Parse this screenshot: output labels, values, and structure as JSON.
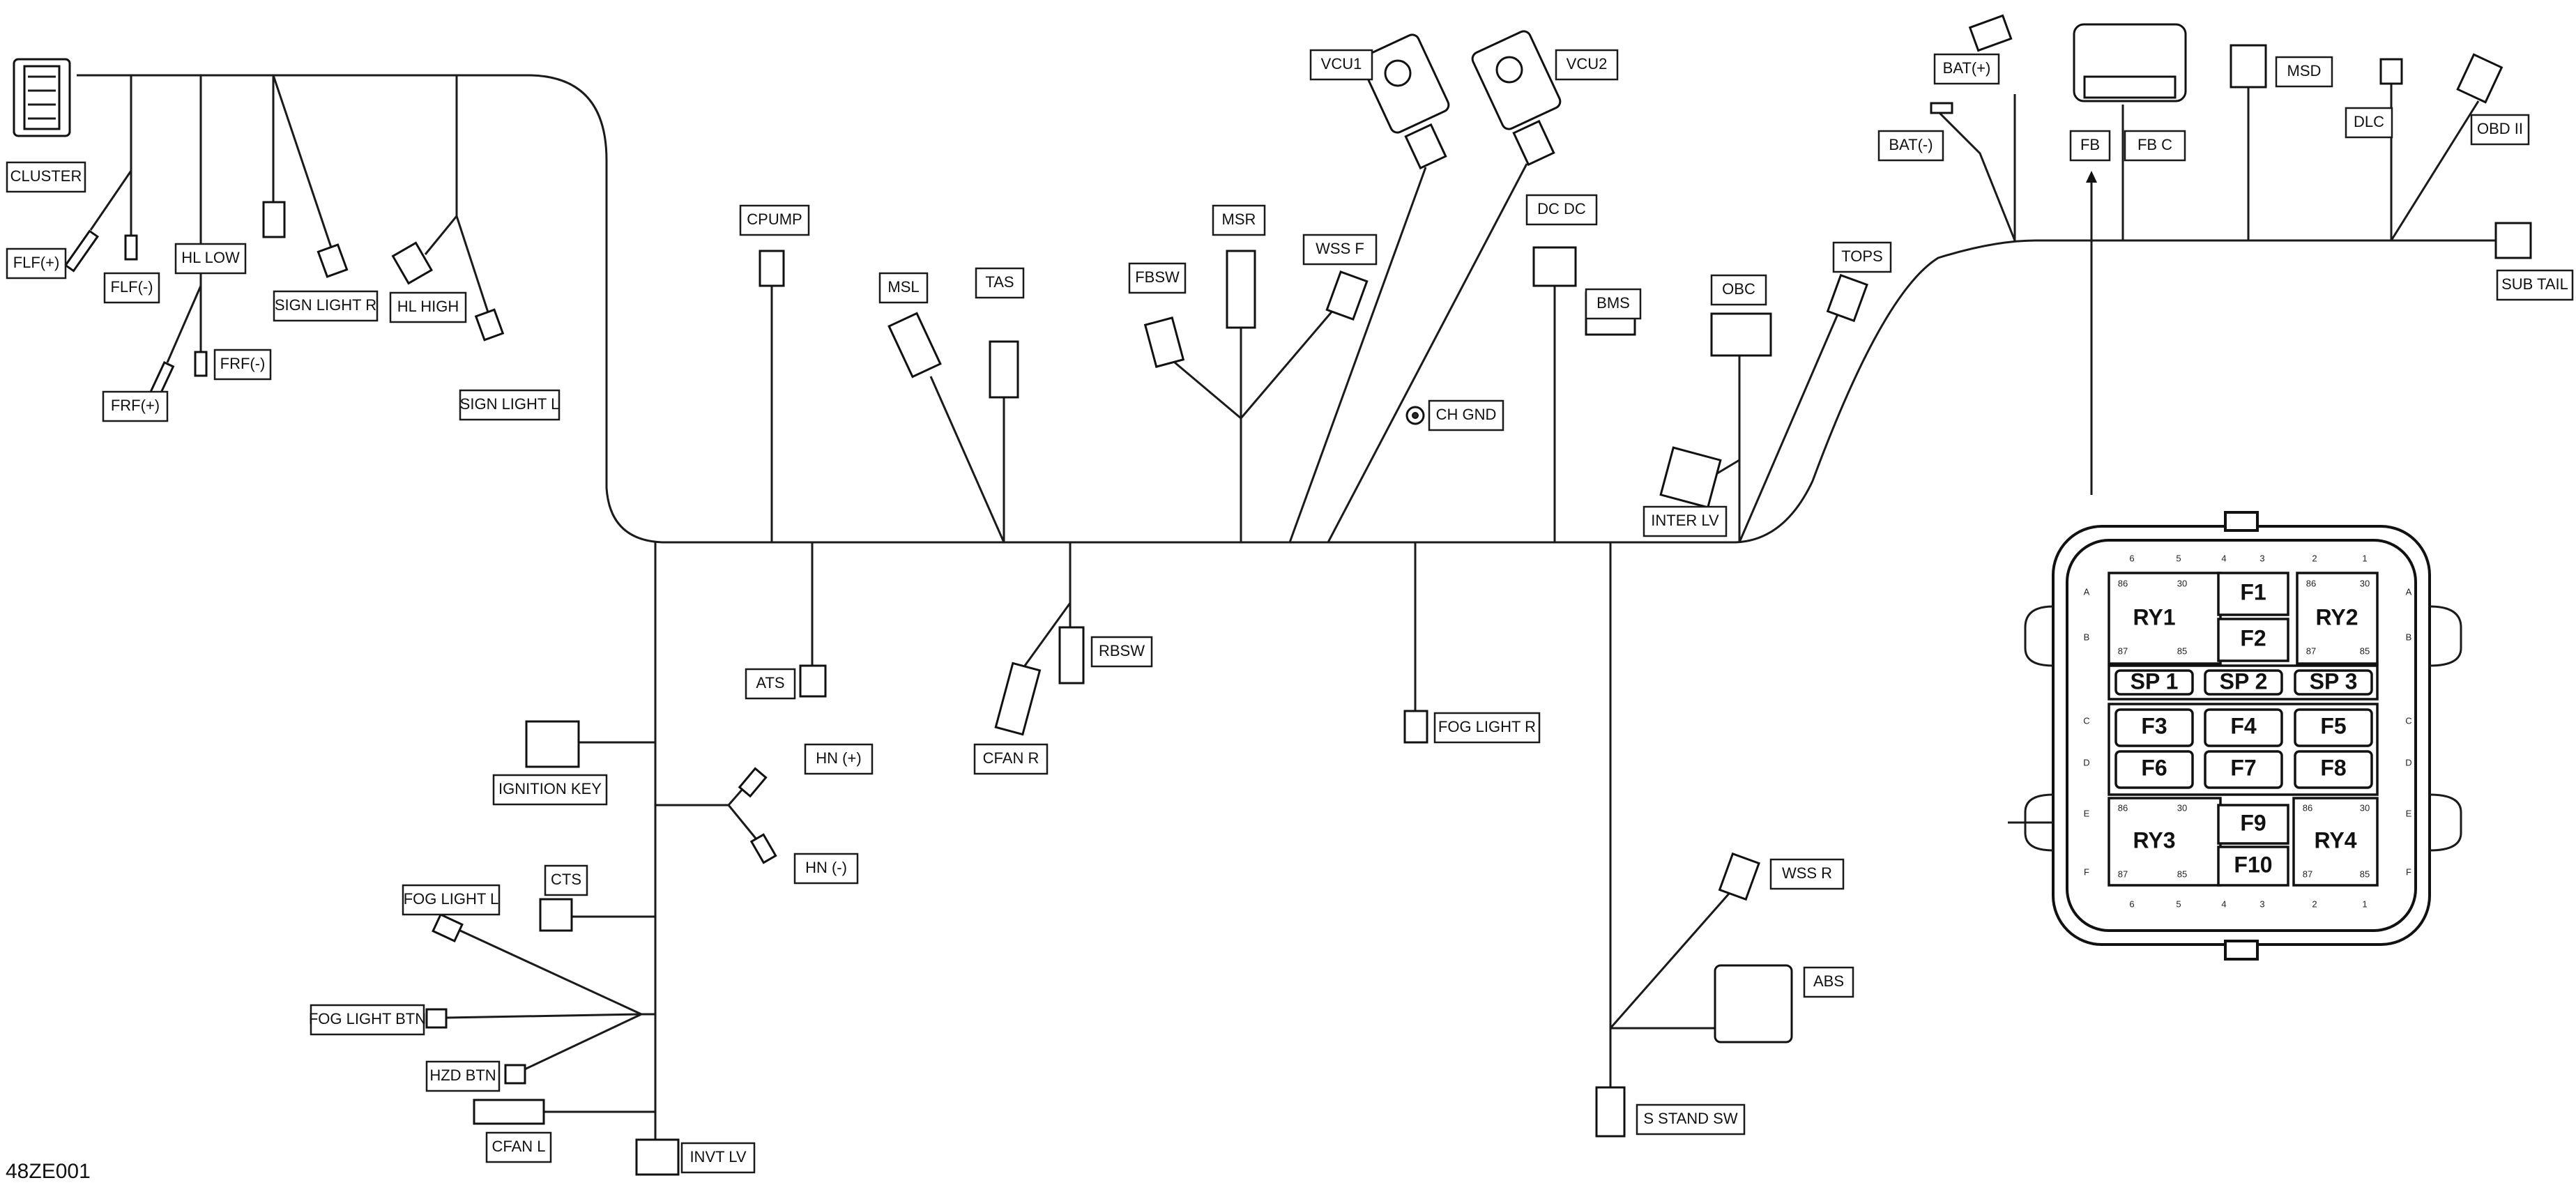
{
  "figure_id": "48ZE001",
  "connectors": {
    "cluster": "CLUSTER",
    "flf_pos": "FLF(+)",
    "flf_neg": "FLF(-)",
    "frf_pos": "FRF(+)",
    "frf_neg": "FRF(-)",
    "hl_low": "HL LOW",
    "sign_light_r": "SIGN LIGHT R",
    "hl_high": "HL HIGH",
    "sign_light_l": "SIGN LIGHT L",
    "cpump": "CPUMP",
    "msl": "MSL",
    "tas": "TAS",
    "msr": "MSR",
    "wss_f": "WSS  F",
    "fbsw": "FBSW",
    "vcu1": "VCU1",
    "vcu2": "VCU2",
    "dcdc": "DC DC",
    "bms": "BMS",
    "ch_gnd": "CH GND",
    "obc": "OBC",
    "tops": "TOPS",
    "inter_lv": "INTER LV",
    "bat_pos": "BAT(+)",
    "bat_neg": "BAT(-)",
    "fb": "FB",
    "fb_c": "FB  C",
    "msd": "MSD",
    "dlc": "DLC",
    "obd2": "OBD II",
    "sub_tail": "SUB TAIL",
    "ats": "ATS",
    "rbsw": "RBSW",
    "cfan_r": "CFAN R",
    "fog_light_r": "FOG LIGHT R",
    "ignition_key": "IGNITION KEY",
    "hn_pos": "HN (+)",
    "hn_neg": "HN (-)",
    "fog_light_l": "FOG LIGHT L",
    "cts": "CTS",
    "fog_light_btn": "FOG LIGHT BTN",
    "hzd_btn": "HZD BTN",
    "cfan_l": "CFAN L",
    "invt_lv": "INVT LV",
    "wss_r": "WSS  R",
    "abs": "ABS",
    "s_stand_sw": "S  STAND SW"
  },
  "fuse_box": {
    "relays": [
      "RY1",
      "RY2",
      "RY3",
      "RY4"
    ],
    "fuses": [
      "F1",
      "F2",
      "F3",
      "F4",
      "F5",
      "F6",
      "F7",
      "F8",
      "F9",
      "F10"
    ],
    "spares": [
      "SP 1",
      "SP 2",
      "SP 3"
    ],
    "relay_pins": [
      "86",
      "30",
      "87",
      "85"
    ],
    "col_numbers_top": [
      "6",
      "5",
      "4",
      "3",
      "2",
      "1"
    ],
    "col_numbers_bottom": [
      "6",
      "5",
      "4",
      "3",
      "2",
      "1"
    ],
    "row_letters": [
      "A",
      "B",
      "C",
      "D",
      "E",
      "F"
    ]
  }
}
